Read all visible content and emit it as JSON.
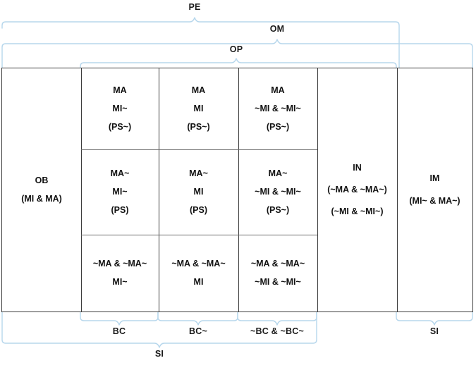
{
  "diagram": {
    "title": "Modal logic / obligation classification table",
    "brace_color": "#b7d7ec",
    "grid_border_color": "#3c3c3c",
    "top_braces": [
      {
        "label": "PE",
        "level": 1
      },
      {
        "label": "OM",
        "level": 2
      },
      {
        "label": "OP",
        "level": 3
      }
    ],
    "bottom_braces": [
      {
        "label": "BC"
      },
      {
        "label": "BC~"
      },
      {
        "label": "~BC & ~BC~"
      },
      {
        "label": "SI"
      },
      {
        "label": "SI"
      }
    ],
    "columns": [
      {
        "key": "col_ob",
        "header": "OB"
      },
      {
        "key": "col_1",
        "header": ""
      },
      {
        "key": "col_2",
        "header": ""
      },
      {
        "key": "col_3",
        "header": ""
      },
      {
        "key": "col_in",
        "header": "IN"
      },
      {
        "key": "col_im",
        "header": "IM"
      }
    ],
    "cells": {
      "ob": [
        "OB",
        "(MI & MA)"
      ],
      "r1c1": [
        "MA",
        "MI~",
        "(PS~)"
      ],
      "r1c2": [
        "MA",
        "MI",
        "(PS~)"
      ],
      "r1c3": [
        "MA",
        "~MI & ~MI~",
        "(PS~)"
      ],
      "r2c1": [
        "MA~",
        "MI~",
        "(PS)"
      ],
      "r2c2": [
        "MA~",
        "MI",
        "(PS)"
      ],
      "r2c3": [
        "MA~",
        "~MI & ~MI~",
        "(PS~)"
      ],
      "r3c1": [
        "~MA & ~MA~",
        "MI~"
      ],
      "r3c2": [
        "~MA & ~MA~",
        "MI"
      ],
      "r3c3": [
        "~MA & ~MA~",
        "~MI & ~MI~"
      ],
      "in": [
        "IN",
        "(~MA & ~MA~)",
        "(~MI & ~MI~)"
      ],
      "im": [
        "IM",
        "(MI~ & MA~)"
      ]
    }
  }
}
